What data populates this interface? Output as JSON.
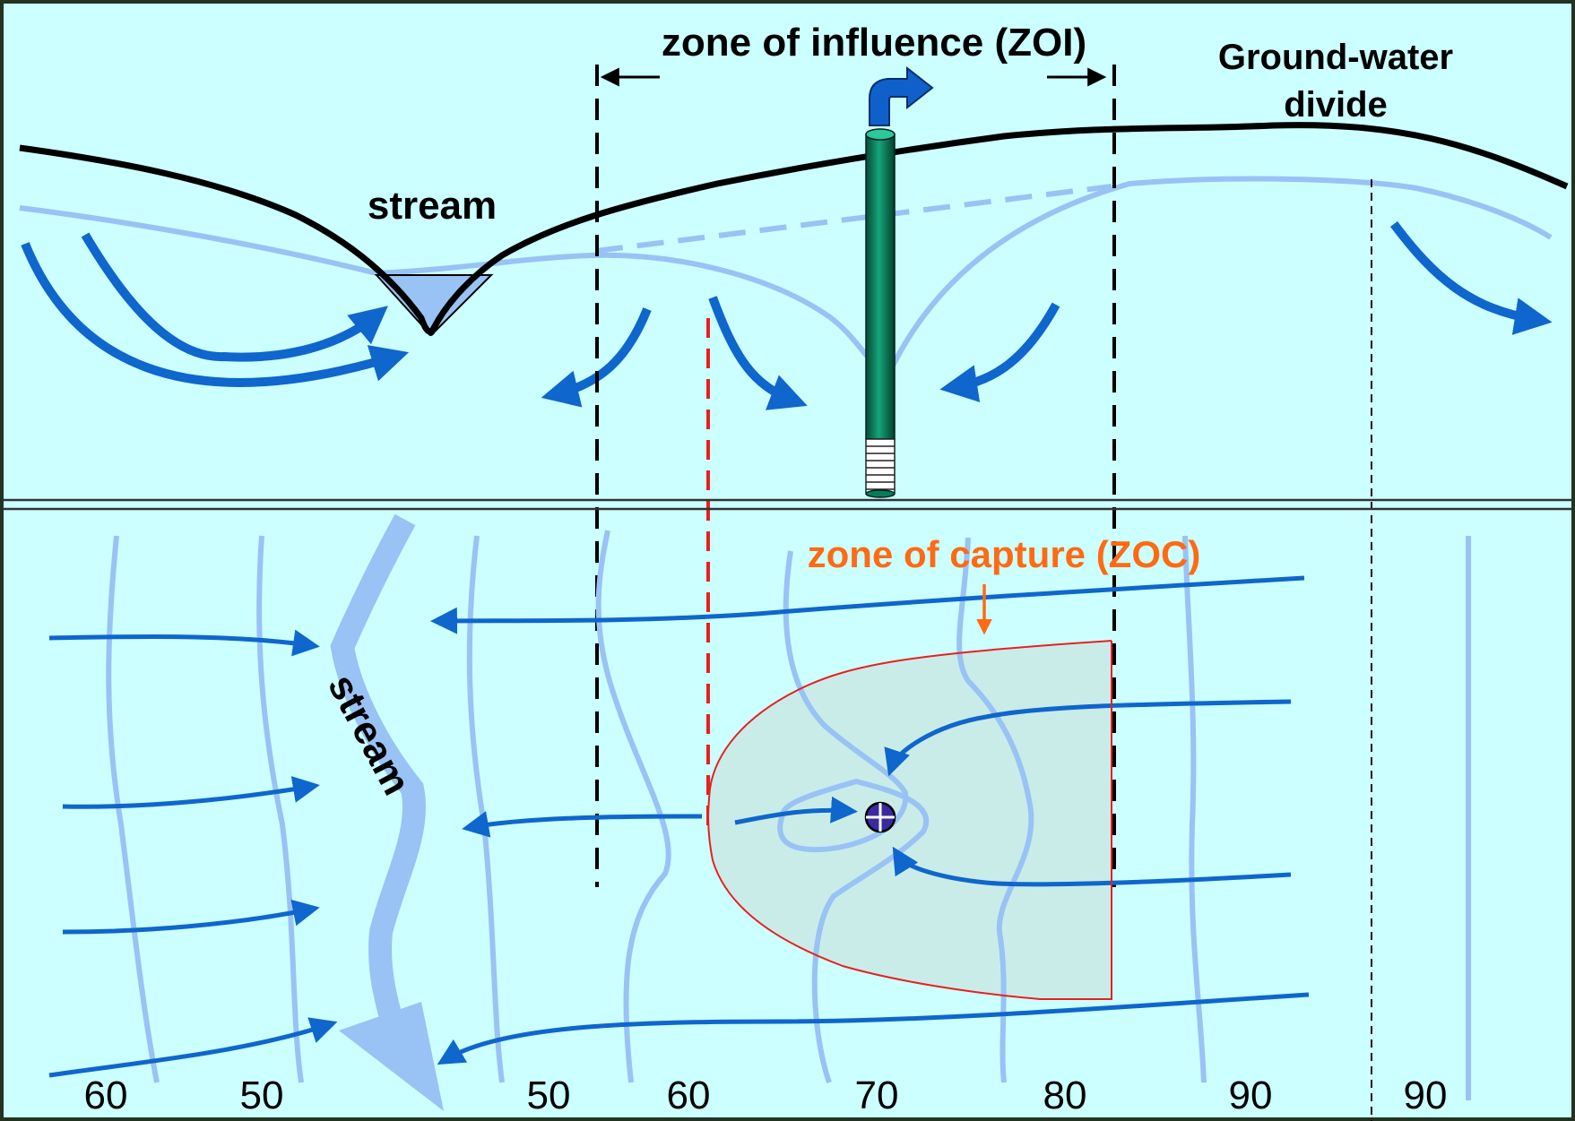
{
  "labels": {
    "zoi": "zone of influence (ZOI)",
    "divide_line1": "Ground-water",
    "divide_line2": "divide",
    "stream_section": "stream",
    "stream_plan": "stream",
    "zoc": "zone of capture (ZOC)"
  },
  "contour_labels": [
    "60",
    "50",
    "50",
    "60",
    "70",
    "80",
    "90",
    "90"
  ],
  "colors": {
    "background": "#ccffff",
    "flow_arrow": "#0f66cc",
    "water_table": "#99c2f5",
    "land_surface": "#000000",
    "zoc_label": "#ff6a13",
    "zoc_boundary": "#e82020",
    "well_casing": "#0b7a58"
  },
  "icons": [
    "well-icon",
    "pump-discharge-arrow-icon",
    "pumping-well-plan-symbol-icon"
  ]
}
